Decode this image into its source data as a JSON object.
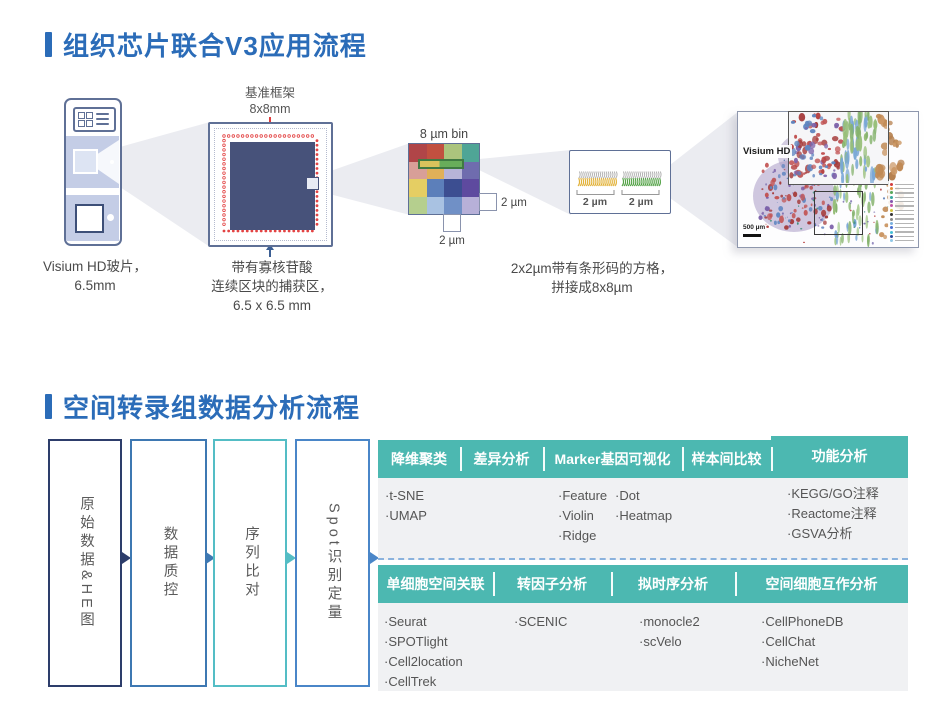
{
  "colors": {
    "title_blue": "#2b6cb8",
    "teal_header": "#4cb8b1",
    "body_gray": "#f0f1f3",
    "dash_blue": "#8ab2dd",
    "beam_gray": "#ebecf1",
    "red_dot": "#e34343"
  },
  "section1": {
    "title": "组织芯片联合V3应用流程",
    "slide_caption": [
      "Visium HD玻片，",
      "6.5mm"
    ],
    "frame_label": [
      "基准框架",
      "8x8mm"
    ],
    "frame_caption": [
      "带有寡核苷酸",
      "连续区块的捕获区，",
      "6.5 x 6.5 mm"
    ],
    "bin_label": "8 µm bin",
    "bin_side_label": "2 µm",
    "bin_bottom_label": "2 µm",
    "oligo_labels": [
      "2 µm",
      "2 µm"
    ],
    "tile_caption": [
      "2x2µm带有条形码的方格，",
      "拼接成8x8µm"
    ],
    "image": {
      "label": "Visium HD",
      "scalebar": "500 µm",
      "legend_colors": [
        "#d43d3d",
        "#e2903a",
        "#57a85a",
        "#3aa8a0",
        "#8456b0",
        "#c455a8",
        "#d4c43e",
        "#333333",
        "#888888",
        "#7ab0e0",
        "#4a6fd0",
        "#45c0d8",
        "#2a4a9a",
        "#90c8e8"
      ]
    }
  },
  "bin_grid": {
    "cell_colors": [
      "#b04548",
      "#c15040",
      "#abc47d",
      "#4fa596",
      "#d89f98",
      "#e0b058",
      "#b7b4d8",
      "#6f6cae",
      "#e5ce63",
      "#5c7fba",
      "#3c4e91",
      "#5e4a9f",
      "#b5cf8e",
      "#a9c2e2",
      "#7090c6",
      "#b7b0d8"
    ]
  },
  "section2": {
    "title": "空间转录组数据分析流程",
    "flow_steps": [
      {
        "label": "原始数据&HE图",
        "color": "#2d3d6b"
      },
      {
        "label": "数据质控",
        "color": "#3e78b2"
      },
      {
        "label": "序列比对",
        "color": "#54bdc5"
      },
      {
        "label": "Spot识别定量",
        "color": "#4a86c8"
      }
    ],
    "panel1": {
      "headers": [
        "降维聚类",
        "差异分析",
        "Marker基因可视化",
        "样本间比较",
        "功能分析"
      ],
      "col1_items": [
        "·t-SNE",
        "·UMAP"
      ],
      "col3a_items": [
        "·Feature",
        "·Violin",
        "·Ridge"
      ],
      "col3b_items": [
        "·Dot",
        "·Heatmap"
      ],
      "col5_items": [
        "·KEGG/GO注释",
        "·Reactome注释",
        "·GSVA分析"
      ]
    },
    "panel2": {
      "headers": [
        "单细胞空间关联",
        "转因子分析",
        "拟时序分析",
        "空间细胞互作分析"
      ],
      "col1_items": [
        "·Seurat",
        "·SPOTlight",
        "·Cell2location",
        "·CellTrek"
      ],
      "col2_items": [
        "·SCENIC"
      ],
      "col3_items": [
        "·monocle2",
        "·scVelo"
      ],
      "col4_items": [
        "·CellPhoneDB",
        "·CellChat",
        "·NicheNet"
      ]
    }
  }
}
